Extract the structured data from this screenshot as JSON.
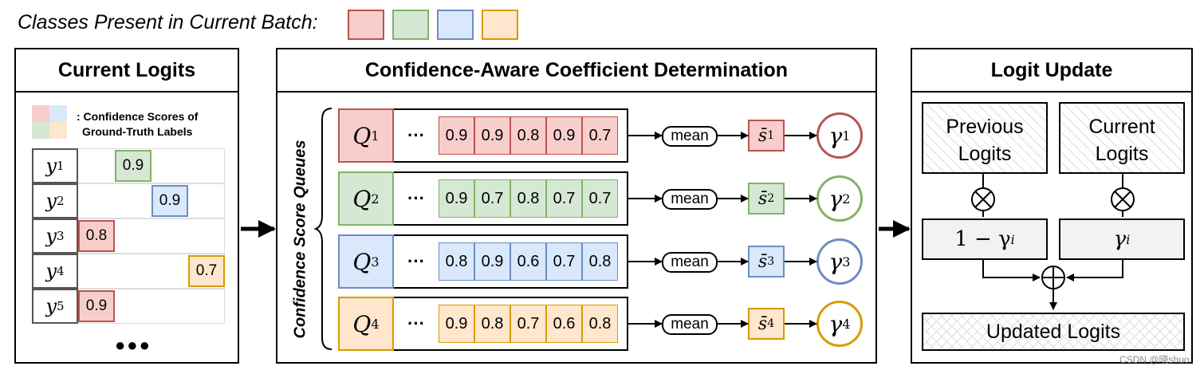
{
  "legend": {
    "title": "Classes Present in Current Batch:"
  },
  "class_colors": [
    {
      "fill": "#f8cecc",
      "stroke": "#b85450"
    },
    {
      "fill": "#d5e8d4",
      "stroke": "#82b366"
    },
    {
      "fill": "#dae8fc",
      "stroke": "#6c8ebf"
    },
    {
      "fill": "#ffe6cc",
      "stroke": "#d79b00"
    }
  ],
  "left_panel": {
    "title": "Current Logits",
    "legend_note_line1": ": Confidence Scores of",
    "legend_note_line2": "Ground-Truth Labels",
    "rows": [
      {
        "y": "y",
        "sub": "1",
        "value": "0.9",
        "class": 1,
        "col": 1
      },
      {
        "y": "y",
        "sub": "2",
        "value": "0.9",
        "class": 2,
        "col": 2
      },
      {
        "y": "y",
        "sub": "3",
        "value": "0.8",
        "class": 0,
        "col": 0
      },
      {
        "y": "y",
        "sub": "4",
        "value": "0.7",
        "class": 3,
        "col": 3
      },
      {
        "y": "y",
        "sub": "5",
        "value": "0.9",
        "class": 0,
        "col": 0
      }
    ],
    "more": "●●●"
  },
  "middle_panel": {
    "title": "Confidence-Aware Coefficient Determination",
    "side_label": "Confidence Score Queues",
    "ellipsis": "···",
    "mean_label": "mean",
    "queues": [
      {
        "q": "Q",
        "sub": "1",
        "values": [
          "0.9",
          "0.9",
          "0.8",
          "0.9",
          "0.7"
        ],
        "s": "s̄",
        "s_sub": "1",
        "gamma": "γ",
        "g_sub": "1"
      },
      {
        "q": "Q",
        "sub": "2",
        "values": [
          "0.9",
          "0.7",
          "0.8",
          "0.7",
          "0.7"
        ],
        "s": "s̄",
        "s_sub": "2",
        "gamma": "γ",
        "g_sub": "2"
      },
      {
        "q": "Q",
        "sub": "3",
        "values": [
          "0.8",
          "0.9",
          "0.6",
          "0.7",
          "0.8"
        ],
        "s": "s̄",
        "s_sub": "3",
        "gamma": "γ",
        "g_sub": "3"
      },
      {
        "q": "Q",
        "sub": "4",
        "values": [
          "0.9",
          "0.8",
          "0.7",
          "0.6",
          "0.8"
        ],
        "s": "s̄",
        "s_sub": "4",
        "gamma": "γ",
        "g_sub": "4"
      }
    ]
  },
  "right_panel": {
    "title": "Logit Update",
    "previous_line1": "Previous",
    "previous_line2": "Logits",
    "current_line1": "Current",
    "current_line2": "Logits",
    "one_minus_gamma": "1 − γ",
    "one_minus_gamma_sub": "i",
    "gamma_i": "γ",
    "gamma_i_sub": "i",
    "updated": "Updated Logits"
  },
  "watermark": "CSDN @晓shuo"
}
